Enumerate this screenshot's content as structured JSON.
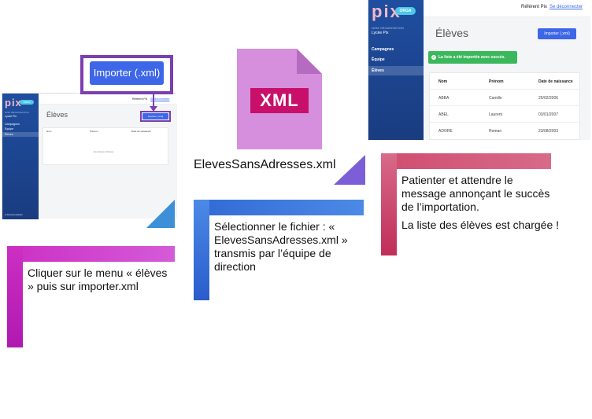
{
  "step1": {
    "zoom_button_label": "Importer (.xml)",
    "screenshot": {
      "logo": "pix",
      "logo_badge": "ORGA",
      "org_label": "NOM ORGANISATION",
      "school": "Lycée Pix",
      "nav": [
        "Campagnes",
        "Équipe",
        "Élèves"
      ],
      "documentation": "Documentation",
      "referent": "Référent Pix",
      "logout": "Se déconnecter",
      "title": "Élèves",
      "import_button": "Importer (.xml)",
      "columns": [
        "Nom",
        "Prénom",
        "Date de naissance"
      ],
      "empty_message": "En attente d'élèves"
    },
    "callout": "Cliquer sur le menu « élèves » puis sur importer.xml"
  },
  "step2": {
    "file_type": "XML",
    "file_name": "ElevesSansAdresses.xml",
    "callout": "Sélectionner le fichier : « ElevesSansAdresses.xml » transmis par l’équipe de direction"
  },
  "step3": {
    "screenshot": {
      "logo": "pix",
      "logo_badge": "ORGA",
      "org_label": "NOM ORGANISATION",
      "school": "Lycée Pix",
      "nav": [
        "Campagnes",
        "Équipe",
        "Élèves"
      ],
      "referent": "Référent Pix",
      "logout": "Se déconnecter",
      "title": "Élèves",
      "import_button": "Importer (.xml)",
      "success_message": "La liste a été importée avec succès.",
      "columns": [
        "Nom",
        "Prénom",
        "Date de naissance"
      ],
      "rows": [
        [
          "ABBA",
          "Camille",
          "25/02/2006"
        ],
        [
          "ABEL",
          "Laurent",
          "03/01/2007"
        ],
        [
          "ADORE",
          "Roman",
          "23/08/2003"
        ]
      ]
    },
    "callout_line1": "Patienter et attendre le message annonçant le succès de l’importation.",
    "callout_line2": "La liste des élèves est chargée !"
  },
  "colors": {
    "sidebar_blue": "#1f4ea0",
    "button_blue": "#3d66e8",
    "highlight_purple": "#7b3fb0",
    "xml_magenta": "#c8106b",
    "file_violet": "#d58fdc",
    "success_green": "#3bb85b",
    "callout_pink": "#cc2fc4",
    "callout_blue": "#3169d4",
    "callout_red": "#cf4d6f"
  }
}
